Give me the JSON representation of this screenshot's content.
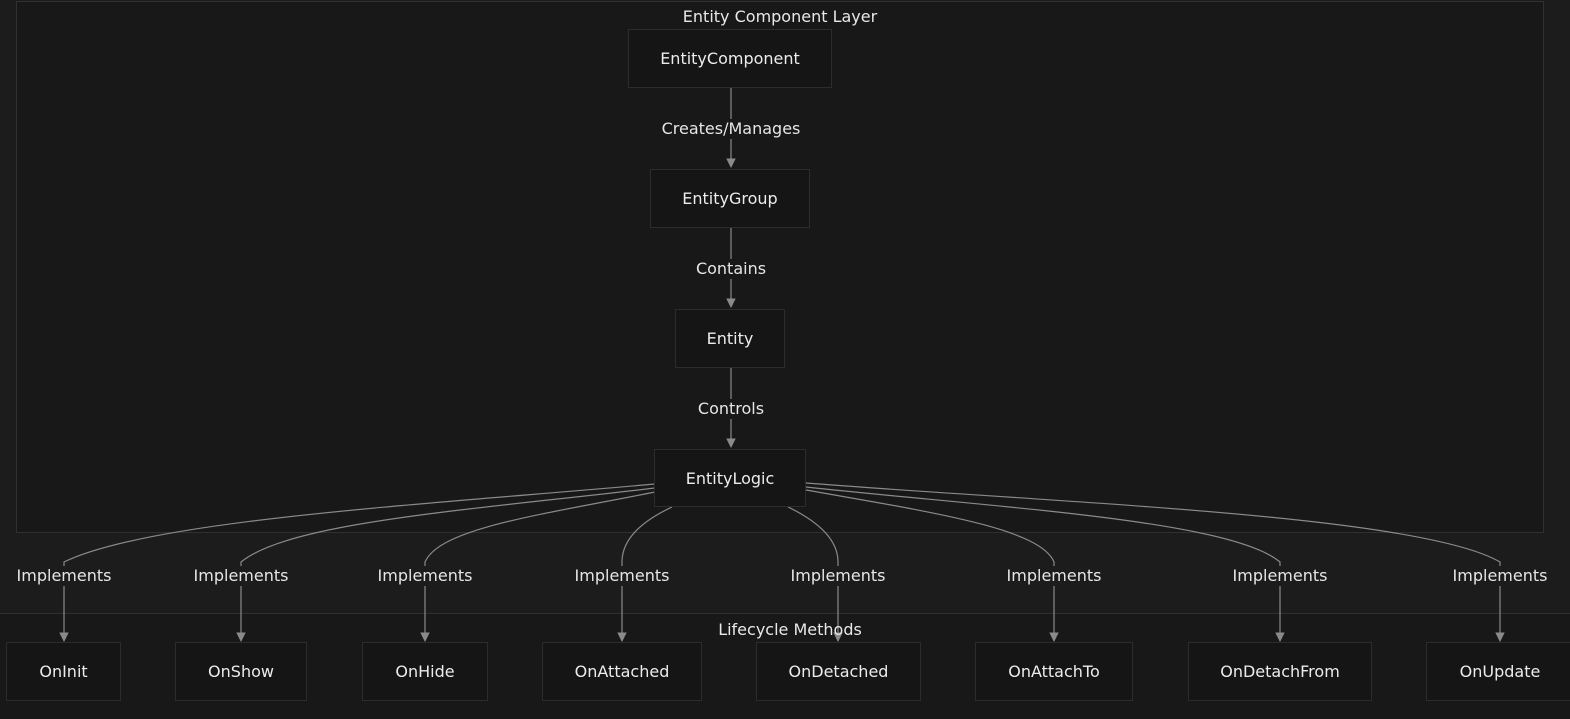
{
  "clusters": {
    "entity_component_layer": {
      "title": "Entity Component Layer"
    },
    "lifecycle_methods": {
      "title": "Lifecycle Methods"
    }
  },
  "nodes": {
    "entity_component": "EntityComponent",
    "entity_group": "EntityGroup",
    "entity": "Entity",
    "entity_logic": "EntityLogic",
    "on_init": "OnInit",
    "on_show": "OnShow",
    "on_hide": "OnHide",
    "on_attached": "OnAttached",
    "on_detached": "OnDetached",
    "on_attach_to": "OnAttachTo",
    "on_detach_from": "OnDetachFrom",
    "on_update": "OnUpdate"
  },
  "edges": [
    {
      "from": "EntityComponent",
      "to": "EntityGroup",
      "label": "Creates/Manages"
    },
    {
      "from": "EntityGroup",
      "to": "Entity",
      "label": "Contains"
    },
    {
      "from": "Entity",
      "to": "EntityLogic",
      "label": "Controls"
    },
    {
      "from": "EntityLogic",
      "to": "OnInit",
      "label": "Implements"
    },
    {
      "from": "EntityLogic",
      "to": "OnShow",
      "label": "Implements"
    },
    {
      "from": "EntityLogic",
      "to": "OnHide",
      "label": "Implements"
    },
    {
      "from": "EntityLogic",
      "to": "OnAttached",
      "label": "Implements"
    },
    {
      "from": "EntityLogic",
      "to": "OnDetached",
      "label": "Implements"
    },
    {
      "from": "EntityLogic",
      "to": "OnAttachTo",
      "label": "Implements"
    },
    {
      "from": "EntityLogic",
      "to": "OnDetachFrom",
      "label": "Implements"
    },
    {
      "from": "EntityLogic",
      "to": "OnUpdate",
      "label": "Implements"
    }
  ],
  "colors": {
    "background": "#1c1c1c",
    "cluster_fill": "#181818",
    "cluster_border": "#303030",
    "node_fill": "#151515",
    "node_border": "#2c2c2c",
    "edge": "#8a8a8a",
    "text": "#e6e6e6"
  }
}
